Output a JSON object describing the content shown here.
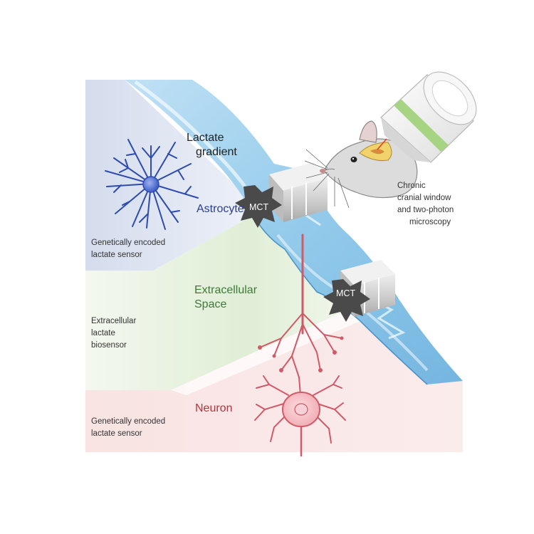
{
  "labels": {
    "lactate_gradient": [
      "Lactate",
      "gradient"
    ],
    "astrocyte": "Astrocyte",
    "extracellular_space": [
      "Extracellular",
      "Space"
    ],
    "neuron": "Neuron",
    "mct_top": "MCT",
    "mct_bottom": "MCT",
    "chronic_window": [
      "Chronic",
      "cranial window",
      "and two-photon",
      "microscopy"
    ],
    "astro_sensor": [
      "Genetically encoded",
      "lactate sensor"
    ],
    "extracellular_biosensor": [
      "Extracellular",
      "lactate",
      "biosensor"
    ],
    "neuron_sensor": [
      "Genetically encoded",
      "lactate sensor"
    ]
  },
  "colors": {
    "astrocyte": "#2a3f8f",
    "extracellular": "#3d7a35",
    "neuron": "#b5333d",
    "text": "#222222",
    "vessel": "#7fbde3"
  }
}
